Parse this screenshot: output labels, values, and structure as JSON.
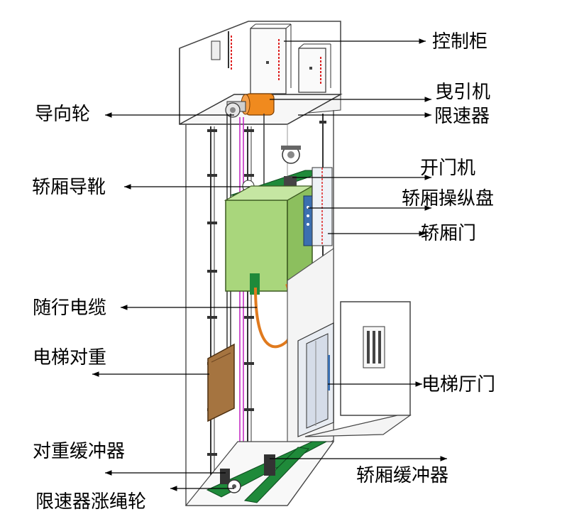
{
  "labels": {
    "control_cabinet": "控制柜",
    "traction_machine": "曳引机",
    "governor": "限速器",
    "guide_sheave": "导向轮",
    "door_operator": "开门机",
    "car_guide_shoe": "轿厢导靴",
    "car_operating_panel": "轿厢操纵盘",
    "car_door": "轿厢门",
    "traveling_cable": "随行电缆",
    "counterweight": "电梯对重",
    "landing_door": "电梯厅门",
    "cw_buffer": "对重缓冲器",
    "car_buffer": "轿厢缓冲器",
    "governor_tension_sheave": "限速器涨绳轮"
  },
  "colors": {
    "car_body": "#a9d67c",
    "traction_motor": "#f08a1e",
    "counterweight": "#a57440",
    "pit_buffer_base": "#1f8a3a",
    "traveling_cable": "#e07a1e",
    "rope": "#c020c0",
    "panel_blue": "#3b6fb0"
  }
}
